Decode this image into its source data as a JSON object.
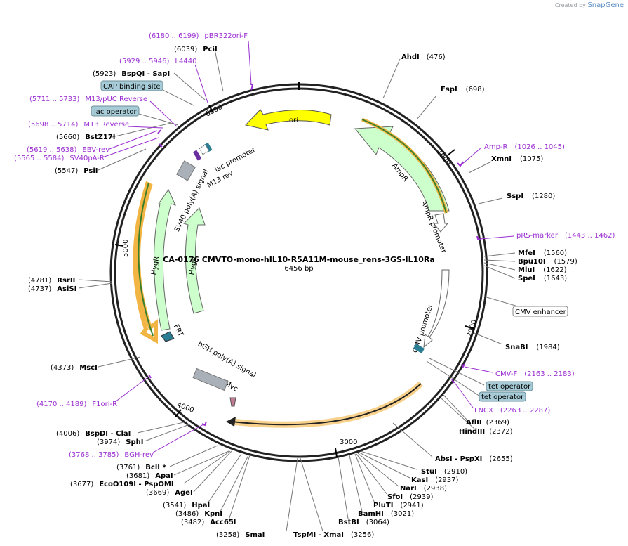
{
  "branding": {
    "created_by": "Created by",
    "product": "SnapGene"
  },
  "plasmid": {
    "name": "CA-0176 CMVTO-mono-hIL10-R5A11M-mouse_rens-3GS-IL10Ra",
    "size": "6456 bp"
  },
  "ticks": [
    "1000",
    "2000",
    "3000",
    "4000",
    "5000",
    "6000"
  ],
  "enzymes": [
    {
      "name": "AhdI",
      "pos": "(476)"
    },
    {
      "name": "FspI",
      "pos": "(698)"
    },
    {
      "name": "XmnI",
      "pos": "(1075)"
    },
    {
      "name": "SspI",
      "pos": "(1280)"
    },
    {
      "name": "MfeI",
      "pos": "(1560)"
    },
    {
      "name": "Bpu10I",
      "pos": "(1579)"
    },
    {
      "name": "MluI",
      "pos": "(1622)"
    },
    {
      "name": "SpeI",
      "pos": "(1643)"
    },
    {
      "name": "SnaBI",
      "pos": "(1984)"
    },
    {
      "name": "AflII",
      "pos": "(2369)"
    },
    {
      "name": "HindIII",
      "pos": "(2372)"
    },
    {
      "name": "AbsI - PspXI",
      "pos": "(2655)"
    },
    {
      "name": "StuI",
      "pos": "(2910)"
    },
    {
      "name": "KasI",
      "pos": "(2937)"
    },
    {
      "name": "NarI",
      "pos": "(2938)"
    },
    {
      "name": "SfoI",
      "pos": "(2939)"
    },
    {
      "name": "PluTI",
      "pos": "(2941)"
    },
    {
      "name": "BamHI",
      "pos": "(3021)"
    },
    {
      "name": "BstBI",
      "pos": "(3064)"
    },
    {
      "name": "TspMI - XmaI",
      "pos": "(3256)"
    },
    {
      "name": "SmaI",
      "pos": "(3258)"
    },
    {
      "name": "Acc65I",
      "pos": "(3482)"
    },
    {
      "name": "KpnI",
      "pos": "(3486)"
    },
    {
      "name": "HpaI",
      "pos": "(3541)"
    },
    {
      "name": "AgeI",
      "pos": "(3669)"
    },
    {
      "name": "EcoO109I - PspOMI",
      "pos": "(3677)"
    },
    {
      "name": "ApaI",
      "pos": "(3681)"
    },
    {
      "name": "BclI *",
      "pos": "(3761)"
    },
    {
      "name": "SphI",
      "pos": "(3974)"
    },
    {
      "name": "BspDI - ClaI",
      "pos": "(4006)"
    },
    {
      "name": "MscI",
      "pos": "(4373)"
    },
    {
      "name": "AsiSI",
      "pos": "(4737)"
    },
    {
      "name": "RsrII",
      "pos": "(4781)"
    },
    {
      "name": "PsiI",
      "pos": "(5547)"
    },
    {
      "name": "BstZ17I",
      "pos": "(5660)"
    },
    {
      "name": "BspQI - SapI",
      "pos": "(5923)"
    },
    {
      "name": "PciI",
      "pos": "(6039)"
    }
  ],
  "primers": [
    {
      "name": "pBR322ori-F",
      "range": "(6180 .. 6199)"
    },
    {
      "name": "L4440",
      "range": "(5929 .. 5946)"
    },
    {
      "name": "M13/pUC Reverse",
      "range": "(5711 .. 5733)"
    },
    {
      "name": "M13 Reverse",
      "range": "(5698 .. 5714)"
    },
    {
      "name": "EBV-rev",
      "range": "(5619 .. 5638)"
    },
    {
      "name": "SV40pA-R",
      "range": "(5565 .. 5584)"
    },
    {
      "name": "Amp-R",
      "range": "(1026 .. 1045)"
    },
    {
      "name": "pRS-marker",
      "range": "(1443 .. 1462)"
    },
    {
      "name": "CMV-F",
      "range": "(2163 .. 2183)"
    },
    {
      "name": "LNCX",
      "range": "(2263 .. 2287)"
    },
    {
      "name": "F1ori-R",
      "range": "(4170 .. 4189)"
    },
    {
      "name": "BGH-rev",
      "range": "(3768 .. 3785)"
    }
  ],
  "boxed_features": [
    {
      "name": "CAP binding site"
    },
    {
      "name": "lac operator"
    },
    {
      "name": "CMV enhancer"
    },
    {
      "name": "tet operator"
    },
    {
      "name": "tet operator"
    }
  ],
  "features": [
    {
      "name": "ori"
    },
    {
      "name": "AmpR"
    },
    {
      "name": "AmpR promoter"
    },
    {
      "name": "CMV promoter"
    },
    {
      "name": "lac promoter"
    },
    {
      "name": "M13 rev"
    },
    {
      "name": "SV40 poly(A) signal"
    },
    {
      "name": "HygR"
    },
    {
      "name": "HygR"
    },
    {
      "name": "FRT"
    },
    {
      "name": "bGH poly(A) signal"
    },
    {
      "name": "Myc"
    }
  ]
}
